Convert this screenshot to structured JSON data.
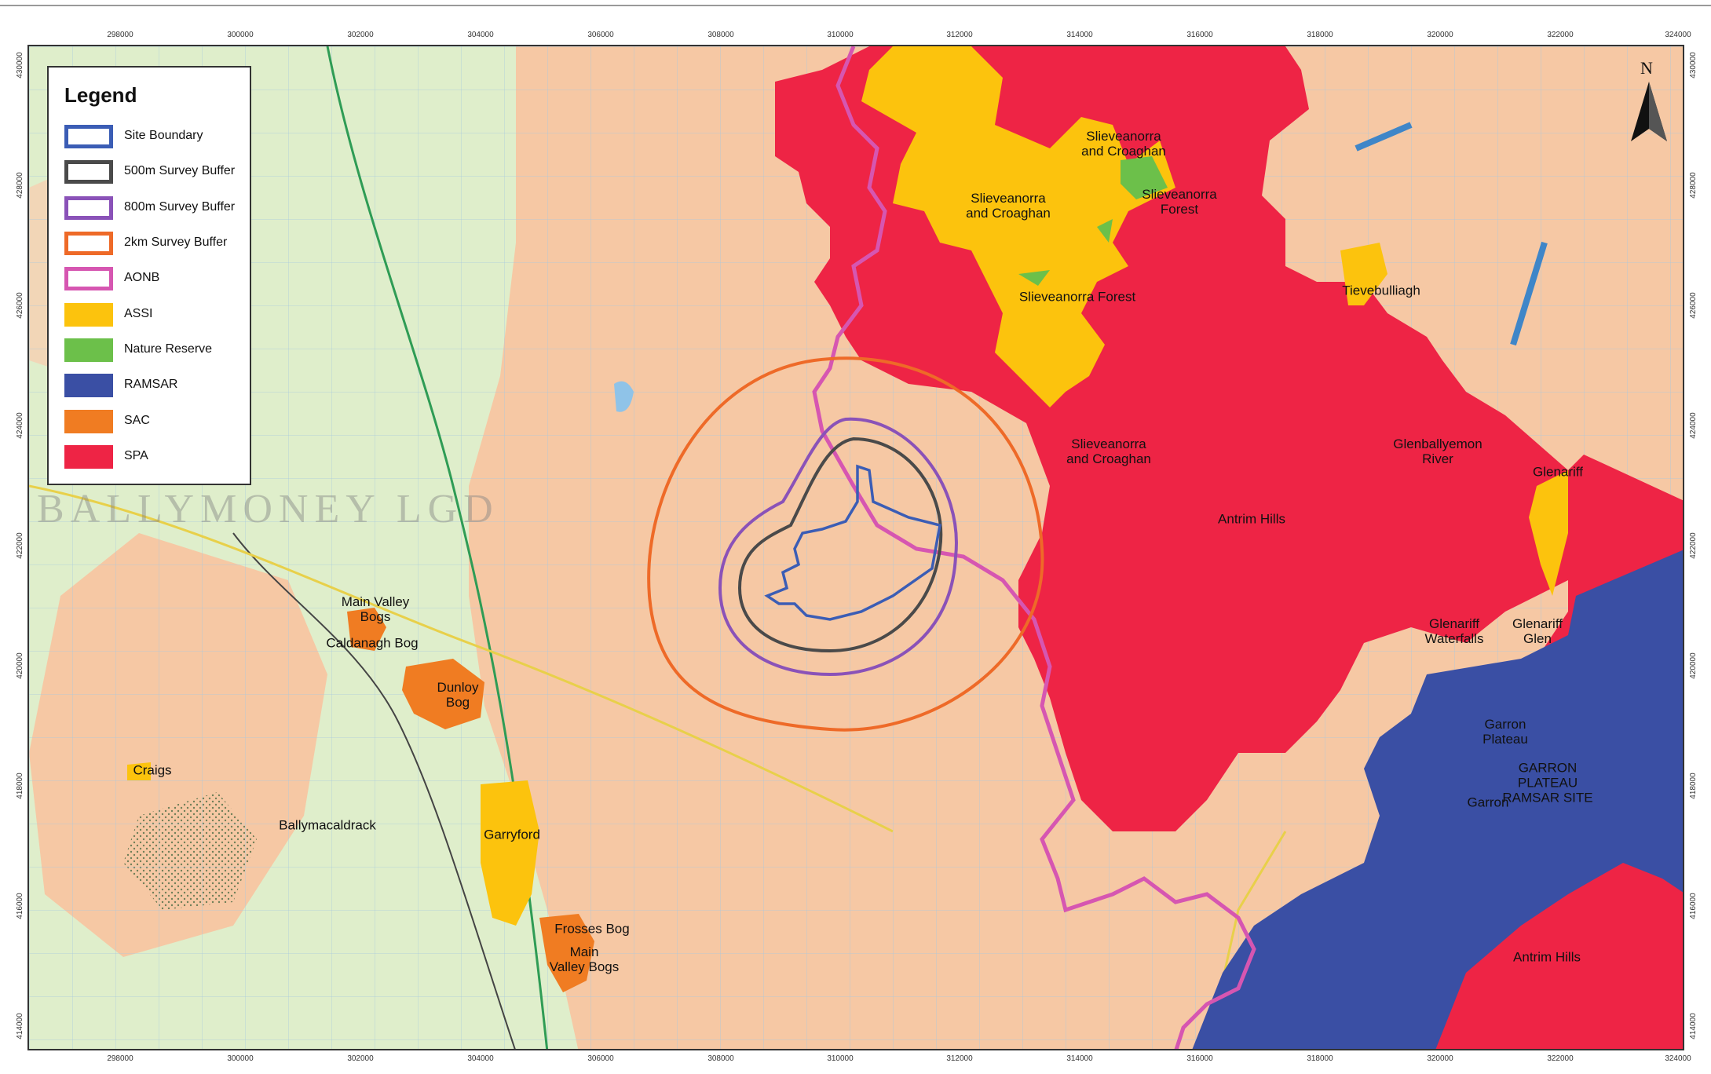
{
  "legend": {
    "title": "Legend",
    "items": [
      {
        "label": "Site Boundary",
        "kind": "outline",
        "color": "#3b5db5"
      },
      {
        "label": "500m Survey Buffer",
        "kind": "outline",
        "color": "#4a4a4a"
      },
      {
        "label": "800m Survey Buffer",
        "kind": "outline",
        "color": "#8a52b8"
      },
      {
        "label": "2km Survey Buffer",
        "kind": "outline",
        "color": "#ee6a28"
      },
      {
        "label": "AONB",
        "kind": "outline",
        "color": "#d656b1"
      },
      {
        "label": "ASSI",
        "kind": "fill",
        "color": "#fcc30d"
      },
      {
        "label": "Nature Reserve",
        "kind": "fill",
        "color": "#6cc04a"
      },
      {
        "label": "RAMSAR",
        "kind": "fill",
        "color": "#3a4fa4"
      },
      {
        "label": "SAC",
        "kind": "fill",
        "color": "#f07c22"
      },
      {
        "label": "SPA",
        "kind": "fill",
        "color": "#ee2445"
      }
    ]
  },
  "north_arrow": {
    "letter": "N"
  },
  "grid": {
    "eastings": [
      "298000",
      "300000",
      "302000",
      "304000",
      "306000",
      "308000",
      "310000",
      "312000",
      "314000",
      "316000",
      "318000",
      "320000",
      "322000",
      "324000"
    ],
    "northings": [
      "430000",
      "428000",
      "426000",
      "424000",
      "422000",
      "420000",
      "418000",
      "416000",
      "414000"
    ]
  },
  "background_text": "BALLYMONEY LGD",
  "labels": {
    "slieveanorra_croaghan_top": "Slieveanorra\nand Croaghan",
    "slieveanorra_croaghan_left": "Slieveanorra\nand Croaghan",
    "slieveanorra_forest_nr": "Slieveanorra\nForest",
    "slieveanorra_forest": "Slieveanorra Forest",
    "slieveanorra_croaghan_mid": "Slieveanorra\nand Croaghan",
    "antrim_hills": "Antrim Hills",
    "tievebulliagh": "Tievebulliagh",
    "glenballyemon_river": "Glenballyemon\nRiver",
    "glenariff": "Glenariff",
    "glenariff_waterfalls": "Glenariff\nWaterfalls",
    "glenariff_glen": "Glenariff\nGlen",
    "garron_plateau": "Garron\nPlateau",
    "garron_plateau_ramsar": "GARRON\nPLATEAU\nRAMSAR SITE",
    "garron": "Garron",
    "antrim_hills_se": "Antrim Hills",
    "main_valley_bogs": "Main Valley\nBogs",
    "caldanagh_bog": "Caldanagh Bog",
    "dunloy_bog": "Dunloy\nBog",
    "craigs": "Craigs",
    "ballymacaldrack": "Ballymacaldrack",
    "garryford": "Garryford",
    "frosses_bog": "Frosses Bog",
    "main_valley_bogs_south": "Main\nValley Bogs"
  },
  "colors": {
    "map_base": "#dfeecb",
    "upland": "#f6c8a4",
    "spa": "#ee2445",
    "ramsar": "#3a4fa4",
    "assi": "#fcc30d",
    "sac": "#f07c22",
    "nature_reserve": "#6cc04a"
  }
}
